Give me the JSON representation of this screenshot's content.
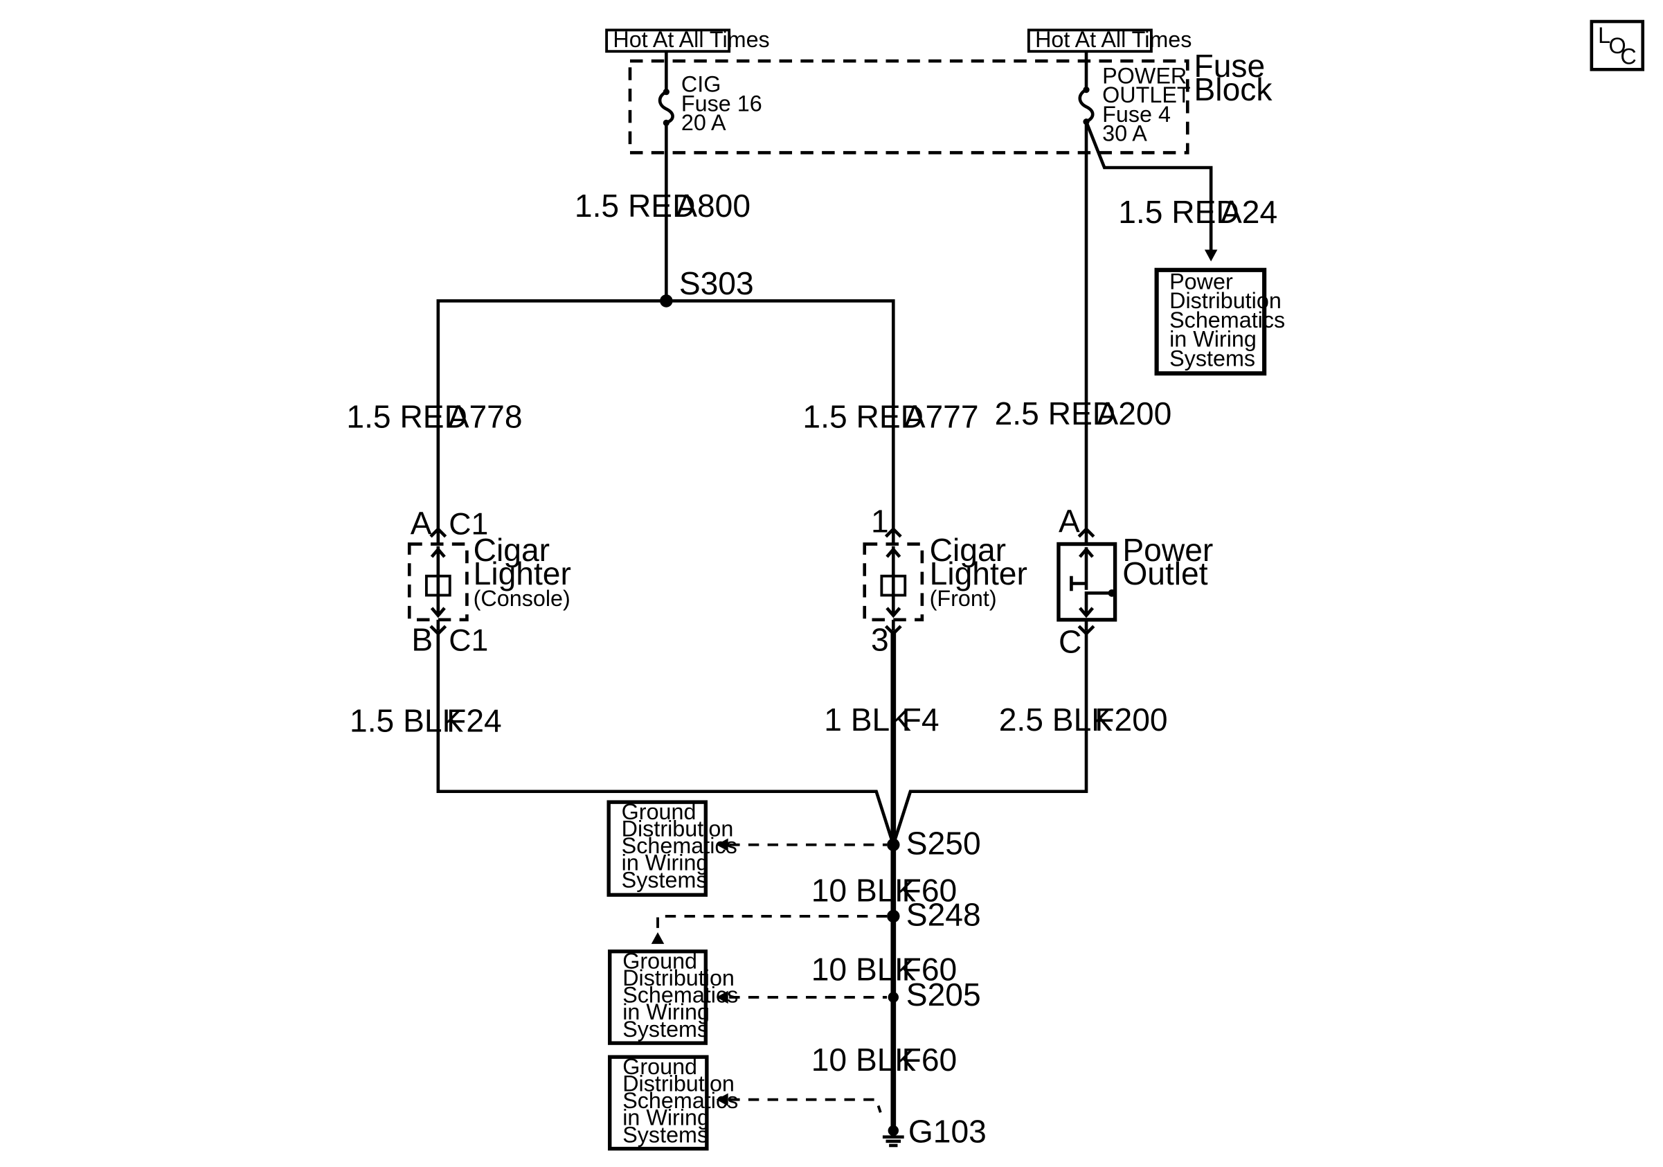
{
  "hot_labels": {
    "left": "Hot At All Times",
    "right": "Hot At All Times"
  },
  "fuse_block": {
    "line1": "Fuse",
    "line2": "Block"
  },
  "fuse_cig": {
    "name": "CIG",
    "number": "Fuse 16",
    "rating": "20 A"
  },
  "fuse_power": {
    "name1": "POWER",
    "name2": "OUTLET",
    "number": "Fuse 4",
    "rating": "30 A"
  },
  "wires": {
    "a800": {
      "gauge": "1.5 RED",
      "circuit": "A800"
    },
    "a24": {
      "gauge": "1.5 RED",
      "circuit": "A24"
    },
    "a778": {
      "gauge": "1.5 RED",
      "circuit": "A778"
    },
    "a777": {
      "gauge": "1.5 RED",
      "circuit": "A777"
    },
    "a200": {
      "gauge": "2.5 RED",
      "circuit": "A200"
    },
    "f24": {
      "gauge": "1.5 BLK",
      "circuit": "F24"
    },
    "f4": {
      "gauge": "1 BLK",
      "circuit": "F4"
    },
    "f200": {
      "gauge": "2.5 BLK",
      "circuit": "F200"
    },
    "f60_1": {
      "gauge": "10 BLK",
      "circuit": "F60"
    },
    "f60_2": {
      "gauge": "10 BLK",
      "circuit": "F60"
    },
    "f60_3": {
      "gauge": "10 BLK",
      "circuit": "F60"
    }
  },
  "splices": {
    "s303": "S303",
    "s250": "S250",
    "s248": "S248",
    "s205": "S205",
    "g103": "G103"
  },
  "power_dist_box": [
    "Power",
    "Distribution",
    "Schematics",
    "in Wiring",
    "Systems"
  ],
  "ground_box_1": [
    "Ground",
    "Distribution",
    "Schematics",
    "in Wiring",
    "Systems"
  ],
  "ground_box_2": [
    "Ground",
    "Distribution",
    "Schematics",
    "in Wiring",
    "Systems"
  ],
  "ground_box_3": [
    "Ground",
    "Distribution",
    "Schematics",
    "in Wiring",
    "Systems"
  ],
  "lighter_console": {
    "title1": "Cigar",
    "title2": "Lighter",
    "subtitle": "(Console)",
    "pin_top": "A",
    "conn_top": "C1",
    "pin_bottom": "B",
    "conn_bottom": "C1"
  },
  "lighter_front": {
    "title1": "Cigar",
    "title2": "Lighter",
    "subtitle": "(Front)",
    "pin_top": "1",
    "pin_bottom": "3"
  },
  "power_outlet": {
    "title1": "Power",
    "title2": "Outlet",
    "pin_top": "A",
    "pin_bottom": "C"
  },
  "loc_symbol": {
    "l": "L",
    "o": "O",
    "c": "C"
  }
}
